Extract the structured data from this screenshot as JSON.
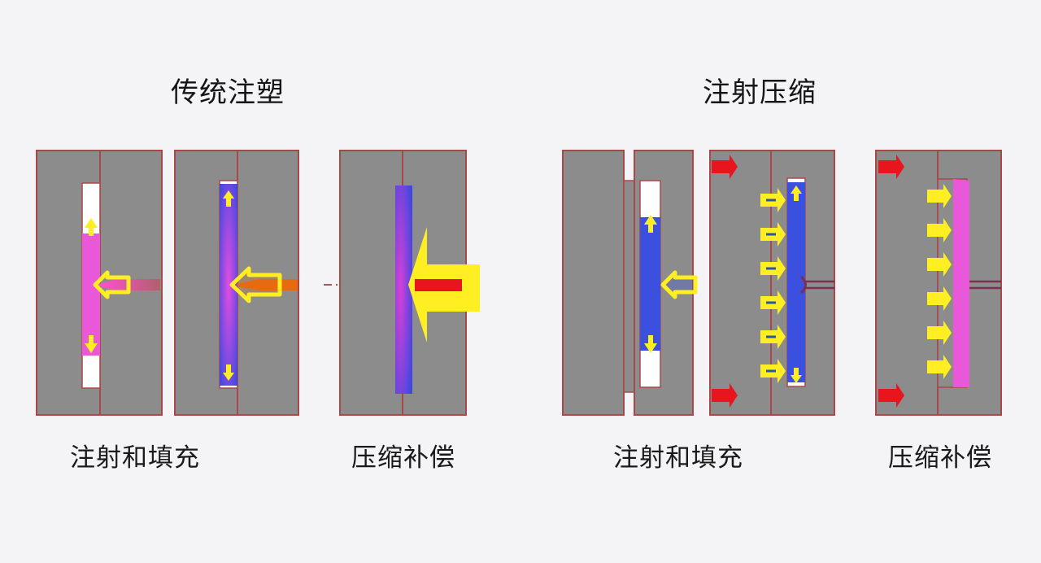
{
  "sections": [
    {
      "title": "传统注塑",
      "captions": [
        "注射和填充",
        "压缩补偿"
      ]
    },
    {
      "title": "注射压缩",
      "captions": [
        "注射和填充",
        "压缩补偿"
      ]
    }
  ],
  "colors": {
    "mold": "#8c8c8c",
    "mold_outline": "#a84848",
    "cavity": "#ffffff",
    "melt_pink": "#e858d8",
    "melt_blue": "#3c50e0",
    "arrow_yellow": "#ffee22",
    "push_red": "#e8141e",
    "nozzle_orange": "#e86a10"
  },
  "icons": [
    "flow-arrow-icon",
    "press-arrow-icon",
    "nozzle-icon"
  ]
}
